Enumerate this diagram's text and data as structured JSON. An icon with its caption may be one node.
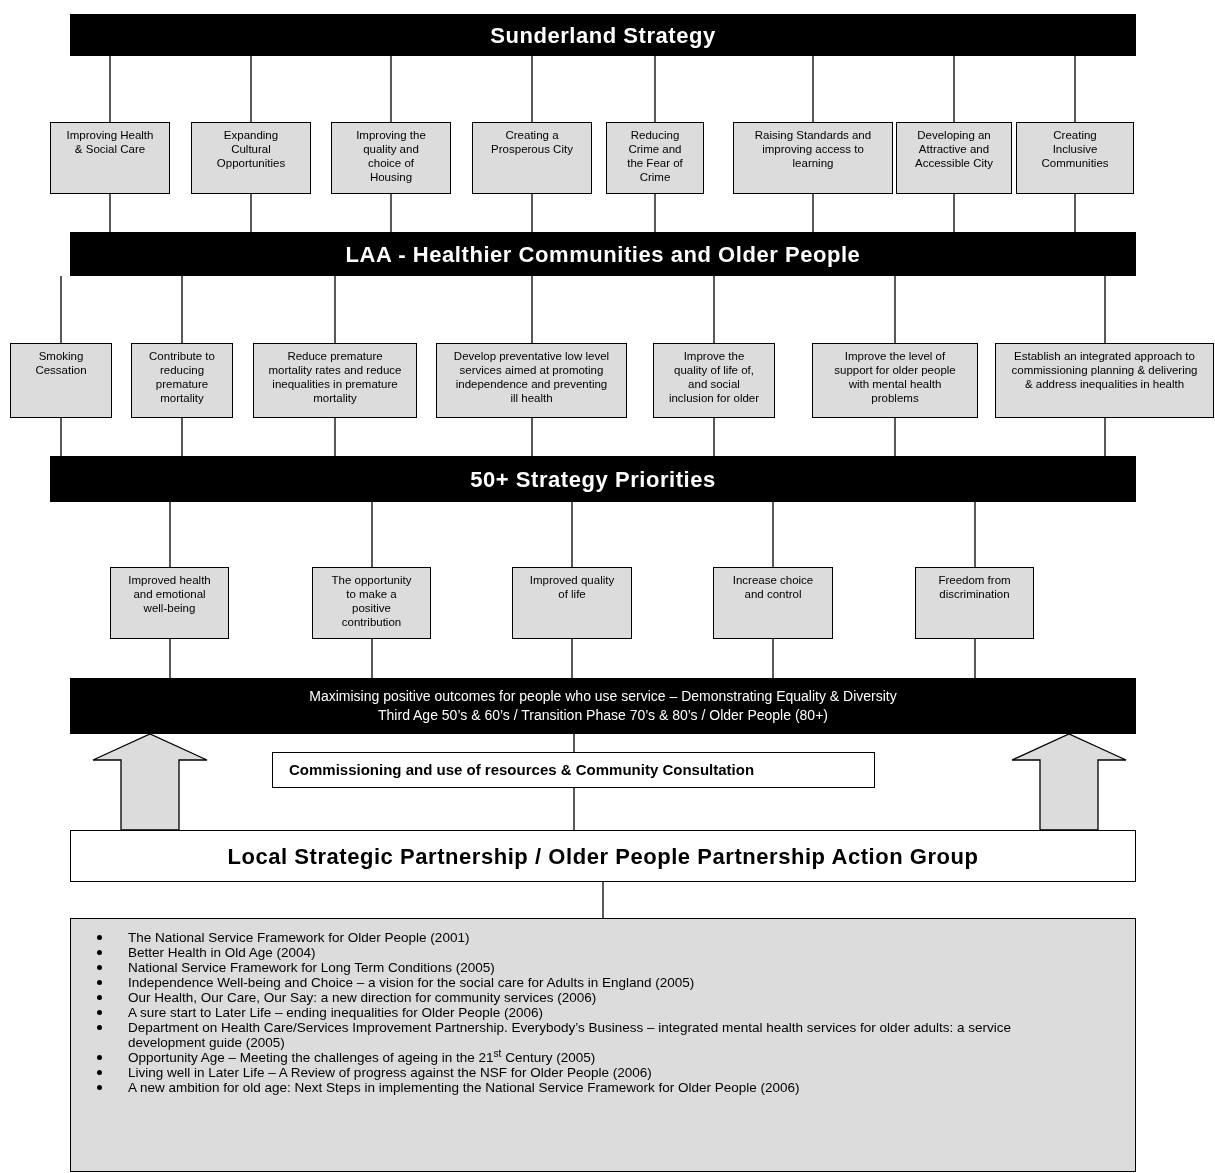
{
  "diagram": {
    "nodes": [
      {
        "text": [
          "Sunderland Strategy"
        ]
      },
      {
        "text": [
          "Improving Health & Social Care"
        ]
      },
      {
        "text": [
          "Expanding Cultural Opportunities"
        ]
      },
      {
        "text": [
          "Improving the quality and choice of Housing"
        ]
      },
      {
        "text": [
          "Creating a Prosperous City"
        ]
      },
      {
        "text": [
          "Reducing Crime and the Fear of Crime"
        ]
      },
      {
        "text": [
          "Raising Standards and improving access to learning"
        ]
      },
      {
        "text": [
          "Developing an Attractive and Accessible City"
        ]
      },
      {
        "text": [
          "Creating Inclusive Communities"
        ]
      },
      {
        "text": [
          "LAA - Healthier Communities and Older People"
        ]
      },
      {
        "text": [
          "Smoking Cessation"
        ]
      },
      {
        "text": [
          "Contribute to reducing premature mortality"
        ]
      },
      {
        "text": [
          "Reduce premature mortality rates and reduce inequalities in premature mortality"
        ]
      },
      {
        "text": [
          "Develop preventative low level services aimed at promoting independence and preventing ill health"
        ]
      },
      {
        "text": [
          "Improve the quality of life of, and social inclusion for older"
        ]
      },
      {
        "text": [
          "Improve the level of support for older people with mental health problems"
        ]
      },
      {
        "text": [
          "Establish an integrated approach to commissioning planning & delivering & address inequalities in health"
        ]
      },
      {
        "text": [
          "50+ Strategy Priorities"
        ]
      },
      {
        "text": [
          "Improved health and emotional well-being"
        ]
      },
      {
        "text": [
          "The opportunity to make a positive contribution"
        ]
      },
      {
        "text": [
          "Improved quality of life"
        ]
      },
      {
        "text": [
          "Increase choice and control"
        ]
      },
      {
        "text": [
          "Freedom from discrimination"
        ]
      },
      {
        "text": [
          "Maximising positive outcomes for people who use service – Demonstrating Equality & Diversity",
          "Third Age 50’s & 60’s / Transition Phase 70’s & 80’s / Older People (80+)"
        ]
      },
      {
        "text": [
          "Commissioning and use of resources & Community Consultation"
        ]
      },
      {
        "text": [
          "Local Strategic Partnership / Older People Partnership Action Group"
        ]
      },
      {
        "text": [
          "The National Service Framework for Older People (2001)",
          "Better Health in Old Age (2004)",
          "National Service Framework for Long Term Conditions (2005)",
          "Independence Well-being and Choice – a vision for the social care for Adults in England (2005)",
          "Our Health, Our Care, Our Say: a new direction for community services (2006)",
          "A sure start to Later Life – ending inequalities for Older People (2006)",
          "Department on Health Care/Services Improvement Partnership.  Everybody’s Business – integrated mental health services for older adults: a service development guide (2005)",
          "Opportunity Age – Meeting the challenges of ageing in the 21$^{st}$ Century (2005)",
          "Living well in Later Life – A Review of progress against the NSF for Older People (2006)",
          "A new ambition for old age: Next Steps in implementing the National Service Framework for Older People (2006)"
        ]
      }
    ],
    "edges": [
      {
        "from": 0,
        "to": 1,
        "arrow": "none"
      },
      {
        "from": 0,
        "to": 2,
        "arrow": "none"
      },
      {
        "from": 0,
        "to": 3,
        "arrow": "none"
      },
      {
        "from": 0,
        "to": 4,
        "arrow": "none"
      },
      {
        "from": 0,
        "to": 5,
        "arrow": "none"
      },
      {
        "from": 0,
        "to": 6,
        "arrow": "none"
      },
      {
        "from": 0,
        "to": 7,
        "arrow": "none"
      },
      {
        "from": 0,
        "to": 8,
        "arrow": "none"
      },
      {
        "from": 1,
        "to": 9,
        "arrow": "none"
      },
      {
        "from": 2,
        "to": 9,
        "arrow": "none"
      },
      {
        "from": 3,
        "to": 9,
        "arrow": "none"
      },
      {
        "from": 4,
        "to": 9,
        "arrow": "none"
      },
      {
        "from": 5,
        "to": 9,
        "arrow": "none"
      },
      {
        "from": 6,
        "to": 9,
        "arrow": "none"
      },
      {
        "from": 7,
        "to": 9,
        "arrow": "none"
      },
      {
        "from": 8,
        "to": 9,
        "arrow": "none"
      },
      {
        "from": 9,
        "to": 10,
        "arrow": "none"
      },
      {
        "from": 9,
        "to": 11,
        "arrow": "none"
      },
      {
        "from": 9,
        "to": 12,
        "arrow": "none"
      },
      {
        "from": 9,
        "to": 13,
        "arrow": "none"
      },
      {
        "from": 9,
        "to": 14,
        "arrow": "none"
      },
      {
        "from": 9,
        "to": 15,
        "arrow": "none"
      },
      {
        "from": 9,
        "to": 16,
        "arrow": "none"
      },
      {
        "from": 10,
        "to": 17,
        "arrow": "none"
      },
      {
        "from": 11,
        "to": 17,
        "arrow": "none"
      },
      {
        "from": 12,
        "to": 17,
        "arrow": "none"
      },
      {
        "from": 13,
        "to": 17,
        "arrow": "none"
      },
      {
        "from": 14,
        "to": 17,
        "arrow": "none"
      },
      {
        "from": 15,
        "to": 17,
        "arrow": "none"
      },
      {
        "from": 16,
        "to": 17,
        "arrow": "none"
      },
      {
        "from": 17,
        "to": 18,
        "arrow": "none"
      },
      {
        "from": 17,
        "to": 19,
        "arrow": "none"
      },
      {
        "from": 17,
        "to": 20,
        "arrow": "none"
      },
      {
        "from": 17,
        "to": 21,
        "arrow": "none"
      },
      {
        "from": 17,
        "to": 22,
        "arrow": "none"
      },
      {
        "from": 18,
        "to": 23,
        "arrow": "none"
      },
      {
        "from": 19,
        "to": 23,
        "arrow": "none"
      },
      {
        "from": 20,
        "to": 23,
        "arrow": "none"
      },
      {
        "from": 21,
        "to": 23,
        "arrow": "none"
      },
      {
        "from": 22,
        "to": 23,
        "arrow": "none"
      },
      {
        "from": 23,
        "to": 24,
        "arrow": "none"
      },
      {
        "from": 24,
        "to": 25,
        "arrow": "none"
      },
      {
        "from": 25,
        "to": 26,
        "arrow": "none"
      },
      {
        "from": 25,
        "to": 23,
        "arrow": "to",
        "style": "thick"
      },
      {
        "from": 25,
        "to": 23,
        "arrow": "to",
        "style": "thick"
      }
    ]
  }
}
